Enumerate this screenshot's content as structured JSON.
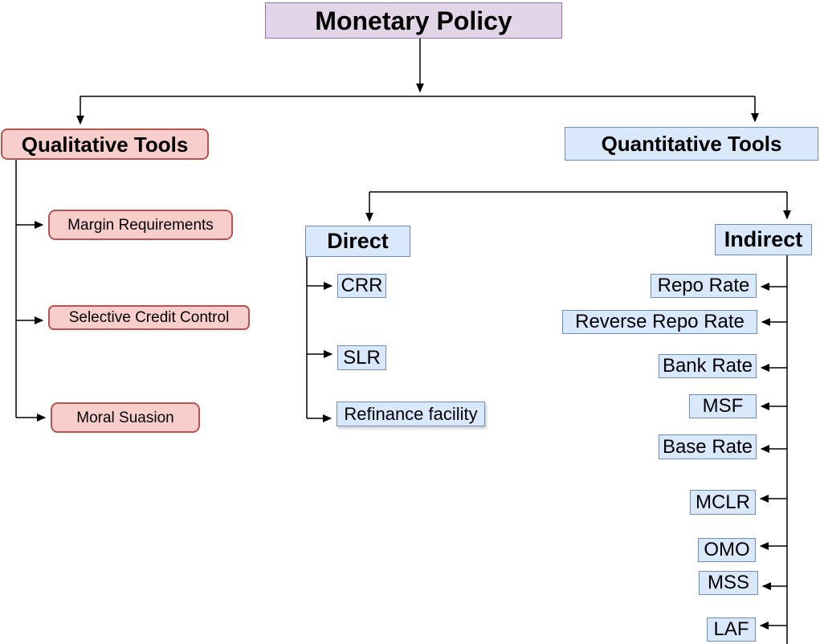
{
  "diagram": {
    "root": {
      "label": "Monetary Policy"
    },
    "qualitative": {
      "label": "Qualitative Tools",
      "children": [
        {
          "label": "Margin Requirements"
        },
        {
          "label": "Selective Credit Control"
        },
        {
          "label": "Moral Suasion"
        }
      ]
    },
    "quantitative": {
      "label": "Quantitative Tools",
      "direct": {
        "label": "Direct",
        "children": [
          {
            "label": "CRR"
          },
          {
            "label": "SLR"
          },
          {
            "label": "Refinance facility"
          }
        ]
      },
      "indirect": {
        "label": "Indirect",
        "children": [
          {
            "label": "Repo Rate"
          },
          {
            "label": "Reverse Repo Rate"
          },
          {
            "label": "Bank Rate"
          },
          {
            "label": "MSF"
          },
          {
            "label": "Base Rate"
          },
          {
            "label": "MCLR"
          },
          {
            "label": "OMO"
          },
          {
            "label": "MSS"
          },
          {
            "label": "LAF"
          }
        ]
      }
    }
  },
  "colors": {
    "background": "#FFFFFF",
    "root_fill": "#E1D5E7",
    "root_stroke": "#9673A6",
    "qualitative_fill": "#F8CECC",
    "qualitative_stroke": "#B85450",
    "quantitative_fill": "#DAE8FC",
    "quantitative_stroke": "#6C8EBF",
    "connector": "#000000"
  }
}
